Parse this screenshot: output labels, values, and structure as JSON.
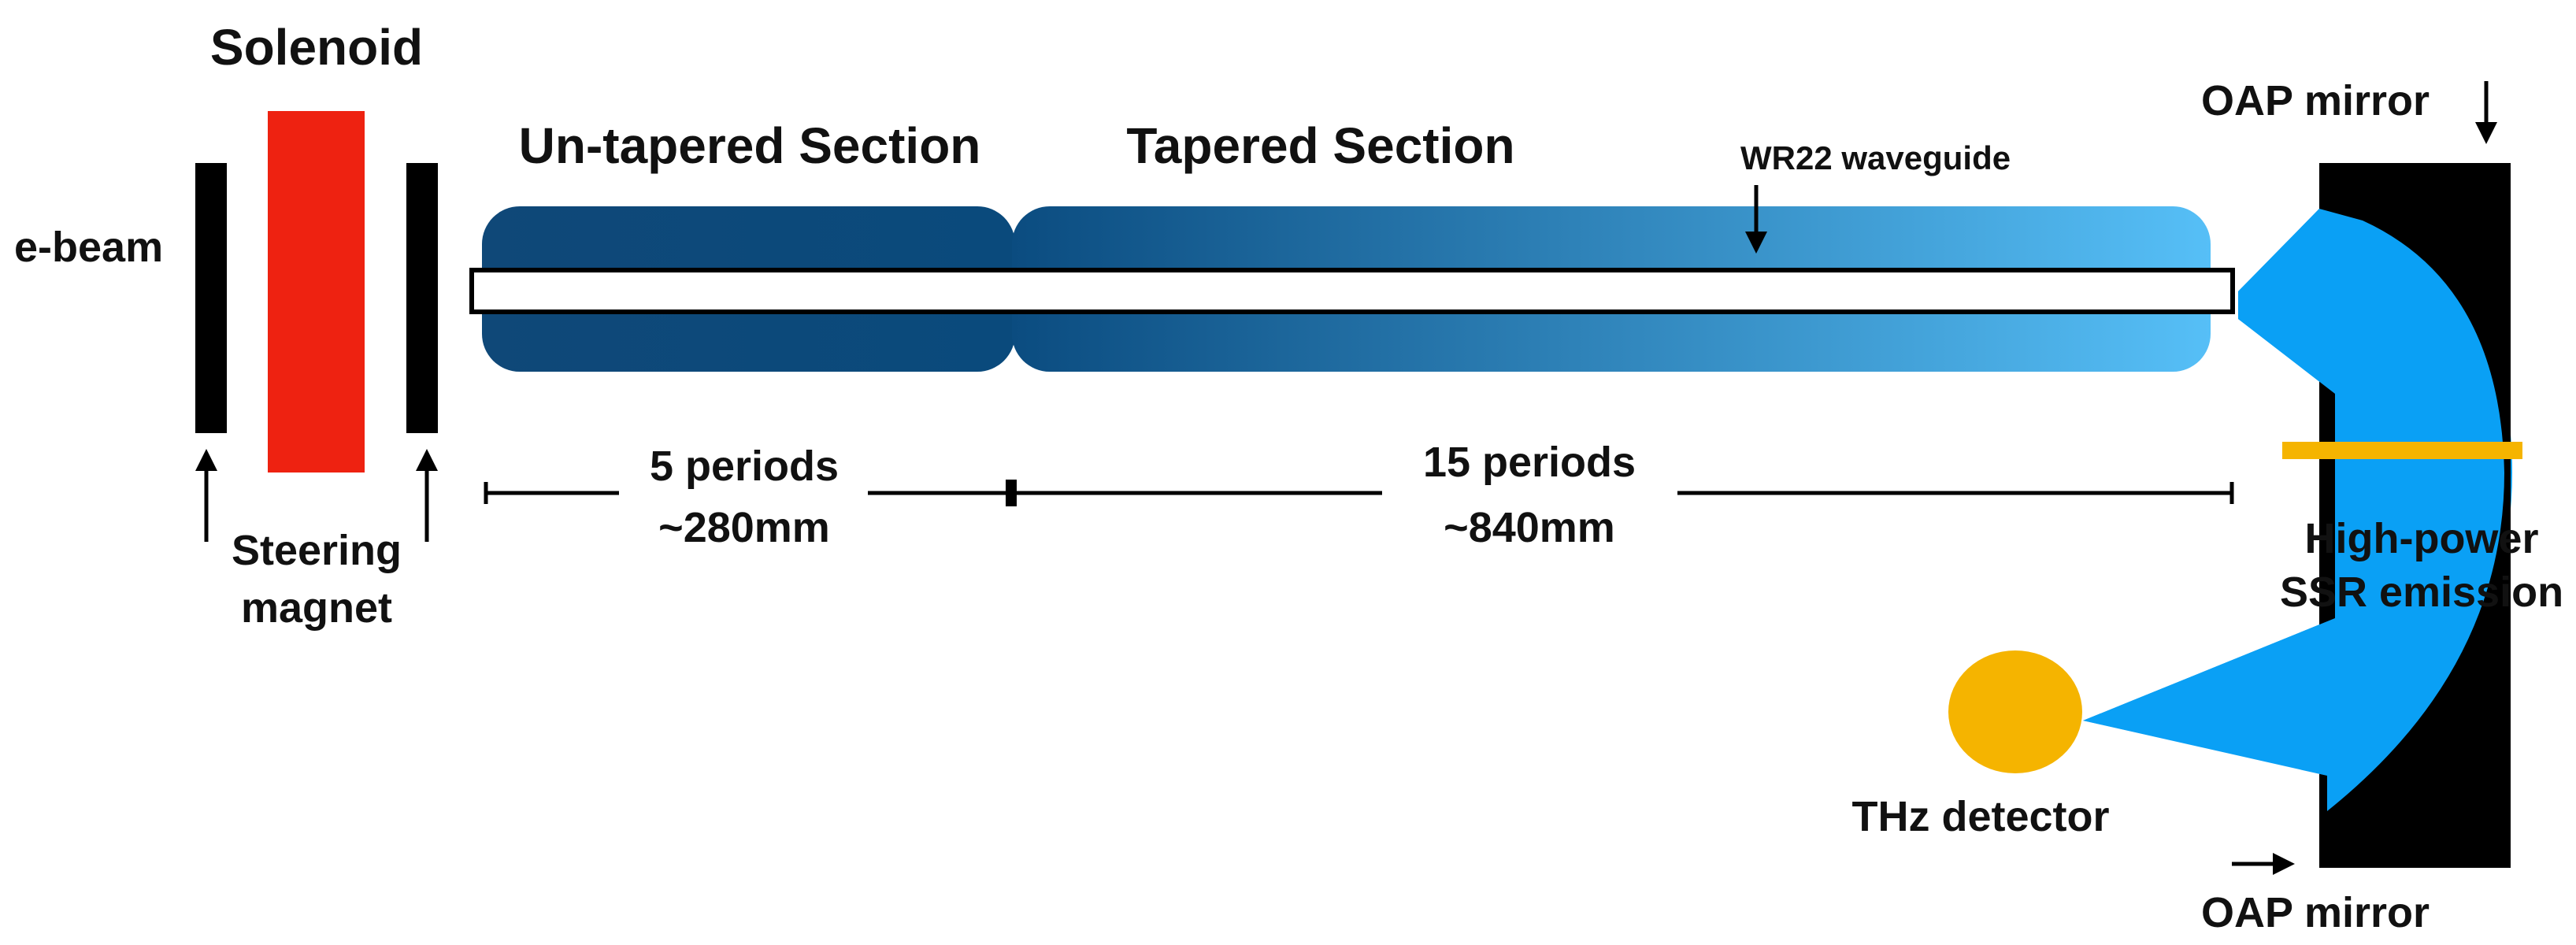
{
  "labels": {
    "solenoid": "Solenoid",
    "ebeam": "e-beam",
    "steering_line1": "Steering",
    "steering_line2": "magnet",
    "untapered": "Un-tapered Section",
    "tapered": "Tapered Section",
    "waveguide": "WR22 waveguide",
    "periods5": "5 periods",
    "len280": "~280mm",
    "periods15": "15 periods",
    "len840": "~840mm",
    "oap_top": "OAP mirror",
    "oap_bottom": "OAP mirror",
    "emission_line1": "High-power",
    "emission_line2": "SSR emission",
    "detector": "THz detector"
  },
  "colors": {
    "solenoid": "#ee2211",
    "section_dark": "#0a4a7c",
    "section_light": "#55bdf5",
    "beam": "#0aa0f5",
    "detector": "#f5b400",
    "mirror": "#000000"
  }
}
